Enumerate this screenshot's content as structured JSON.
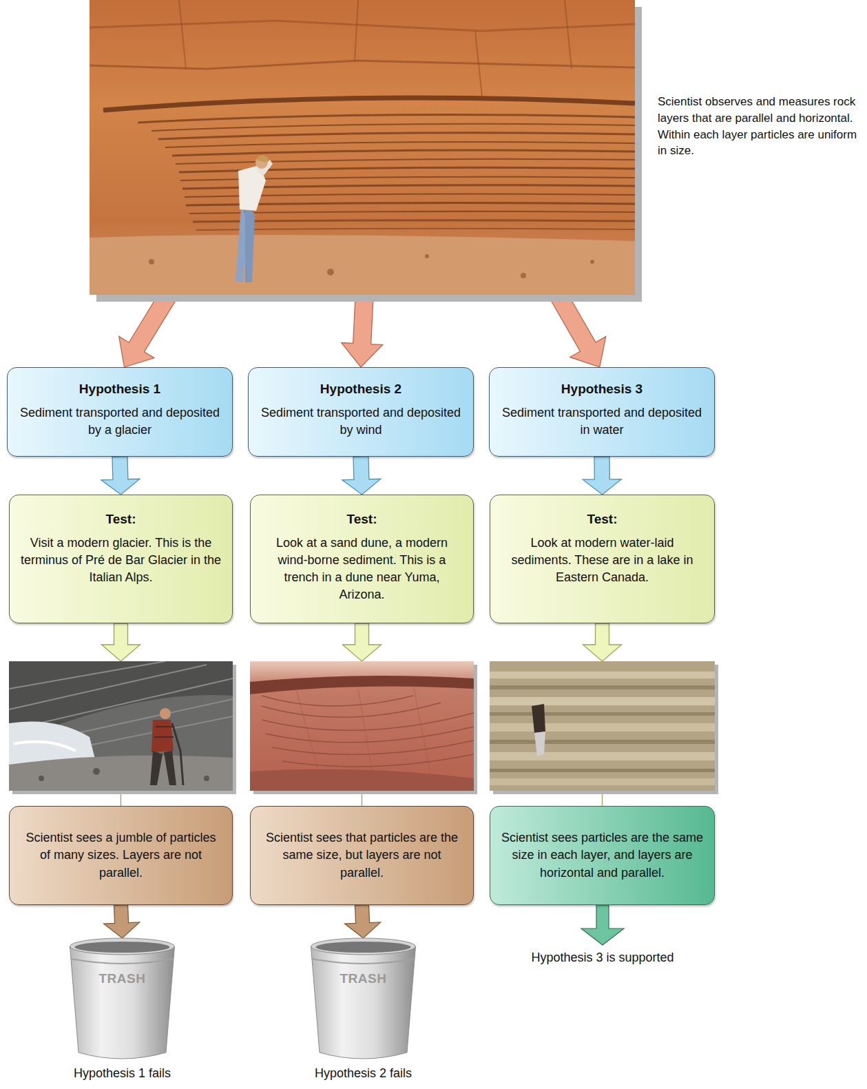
{
  "diagram": {
    "nodes": [
      {
        "text": [
          "Scientist observes and measures rock layers that are parallel and horizontal. Within each layer particles are uniform in size."
        ]
      },
      {
        "text": [
          "Hypothesis 1",
          "Sediment transported and deposited by a glacier"
        ]
      },
      {
        "text": [
          "Hypothesis 2",
          "Sediment transported and deposited by wind"
        ]
      },
      {
        "text": [
          "Hypothesis 3",
          "Sediment transported and deposited in water"
        ]
      },
      {
        "text": [
          "Test:",
          "Visit a modern glacier. This is the terminus of Pré de Bar Glacier in the Italian Alps."
        ]
      },
      {
        "text": [
          "Test:",
          "Look at a sand dune, a modern wind-borne sediment. This is a trench in a dune near Yuma, Arizona."
        ]
      },
      {
        "text": [
          "Test:",
          "Look at modern water-laid sediments. These are in a lake in Eastern Canada."
        ]
      },
      {
        "text": [
          "Scientist sees a jumble of particles of many sizes. Layers are not parallel."
        ]
      },
      {
        "text": [
          "Scientist sees that particles are the same size, but layers are not parallel."
        ]
      },
      {
        "text": [
          "Scientist sees particles are the same size in each layer, and layers are horizontal and parallel."
        ]
      },
      {
        "text": [
          "TRASH",
          "Hypothesis 1 fails"
        ]
      },
      {
        "text": [
          "TRASH",
          "Hypothesis 2 fails"
        ]
      }
    ],
    "edges": [
      {
        "from": 0,
        "to": 1,
        "arrow": "to"
      },
      {
        "from": 0,
        "to": 2,
        "arrow": "to"
      },
      {
        "from": 0,
        "to": 3,
        "arrow": "to"
      },
      {
        "from": 1,
        "to": 4,
        "arrow": "to"
      },
      {
        "from": 2,
        "to": 5,
        "arrow": "to"
      },
      {
        "from": 3,
        "to": 6,
        "arrow": "to"
      },
      {
        "from": 4,
        "to": 7,
        "arrow": "to"
      },
      {
        "from": 5,
        "to": 8,
        "arrow": "to"
      },
      {
        "from": 6,
        "to": 9,
        "arrow": "to"
      },
      {
        "from": 7,
        "to": 10,
        "arrow": "to"
      },
      {
        "from": 8,
        "to": 11,
        "arrow": "to"
      }
    ],
    "labels": [
      "Hypothesis 3 is supported"
    ]
  }
}
